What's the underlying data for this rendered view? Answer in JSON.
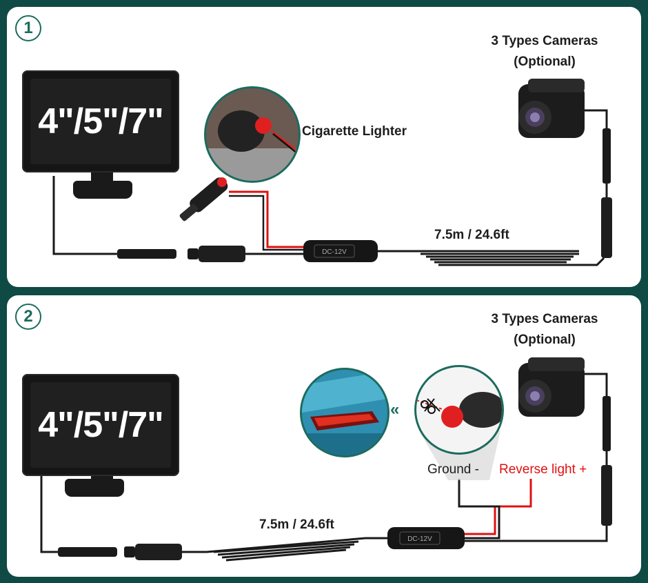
{
  "panel1": {
    "step": "1",
    "monitor_sizes": "4\"/5\"/7\"",
    "lighter_label": "Cigarette Lighter",
    "camera_title_line1": "3 Types Cameras",
    "camera_title_line2": "(Optional)",
    "cable_length": "7.5m / 24.6ft",
    "box_label": "DC-12V"
  },
  "panel2": {
    "step": "2",
    "monitor_sizes": "4\"/5\"/7\"",
    "camera_title_line1": "3 Types Cameras",
    "camera_title_line2": "(Optional)",
    "cable_length": "7.5m / 24.6ft",
    "box_label": "DC-12V",
    "ground_label": "Ground -",
    "reverse_label": "Reverse light +",
    "arrow_glyph": "«"
  },
  "colors": {
    "background": "#0f4a44",
    "accent": "#1c6b5e",
    "wire_red": "#e01010",
    "wire_black": "#1a1a1a"
  }
}
